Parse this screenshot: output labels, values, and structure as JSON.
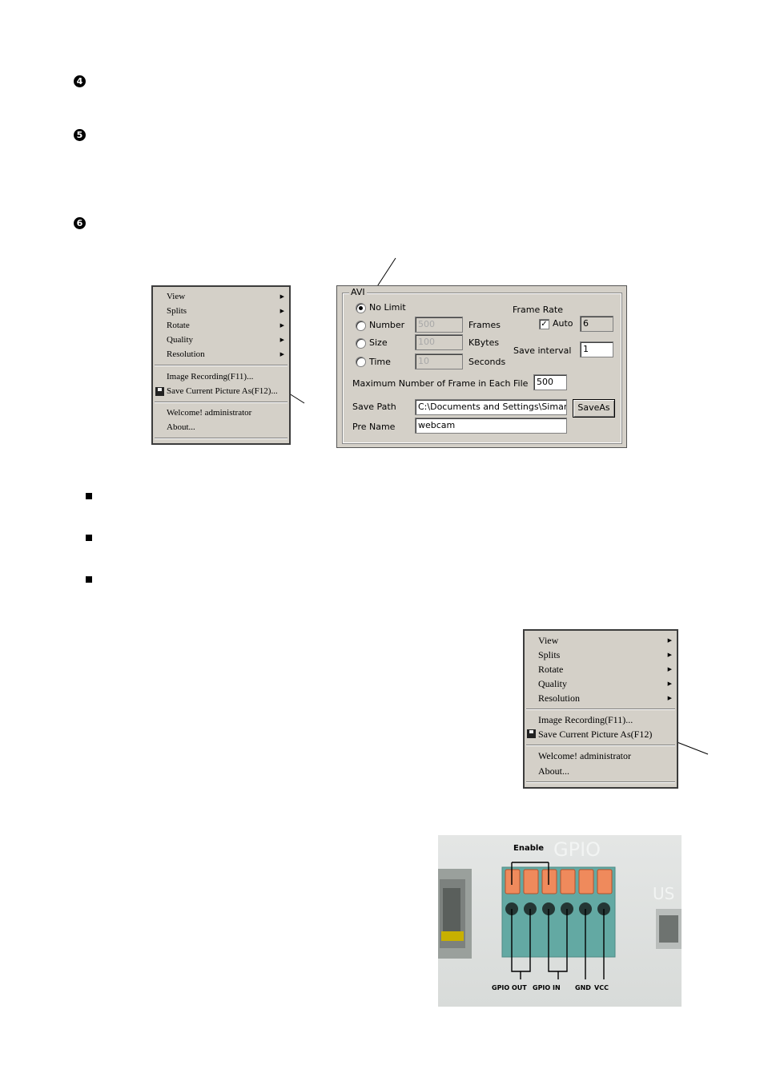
{
  "bullets": {
    "step4": "4",
    "step5": "5",
    "step6": "6"
  },
  "context_menu": {
    "items": [
      {
        "label": "View",
        "submenu": true
      },
      {
        "label": "Splits",
        "submenu": true
      },
      {
        "label": "Rotate",
        "submenu": true
      },
      {
        "label": "Quality",
        "submenu": true
      },
      {
        "label": "Resolution",
        "submenu": true
      },
      {
        "label": "Image Recording(F11)...",
        "submenu": false
      },
      {
        "label": "Save Current Picture As(F12)...",
        "submenu": false,
        "icon": "floppy-disk-icon"
      },
      {
        "label": "Welcome! administrator",
        "submenu": false
      },
      {
        "label": "About...",
        "submenu": false
      }
    ]
  },
  "context_menu_2": {
    "items": [
      {
        "label": "View",
        "submenu": true
      },
      {
        "label": "Splits",
        "submenu": true
      },
      {
        "label": "Rotate",
        "submenu": true
      },
      {
        "label": "Quality",
        "submenu": true
      },
      {
        "label": "Resolution",
        "submenu": true
      },
      {
        "label": "Image Recording(F11)...",
        "submenu": false
      },
      {
        "label": "Save Current Picture As(F12)",
        "submenu": false,
        "icon": "floppy-disk-icon"
      },
      {
        "label": "Welcome! administrator",
        "submenu": false
      },
      {
        "label": "About...",
        "submenu": false
      }
    ]
  },
  "avi_panel": {
    "group_title": "AVI",
    "radios": [
      {
        "label": "No Limit",
        "selected": true
      },
      {
        "label": "Number",
        "selected": false,
        "value": "500",
        "unit": "Frames"
      },
      {
        "label": "Size",
        "selected": false,
        "value": "100",
        "unit": "KBytes"
      },
      {
        "label": "Time",
        "selected": false,
        "value": "10",
        "unit": "Seconds"
      }
    ],
    "frame_rate": {
      "label": "Frame Rate",
      "auto_label": "Auto",
      "auto_checked": true,
      "value": "6"
    },
    "save_interval": {
      "label": "Save interval",
      "value": "1"
    },
    "max_frames": {
      "label": "Maximum Number of Frame in Each File",
      "value": "500"
    },
    "save_path": {
      "label": "Save Path",
      "value": "C:\\Documents and Settings\\Siman\\桌"
    },
    "save_as_button": "SaveAs",
    "pre_name": {
      "label": "Pre Name",
      "value": "webcam"
    }
  },
  "gpio_photo": {
    "header_label": "Enable",
    "panel_print": "GPIO",
    "usb_print": "US",
    "pin_labels": [
      "GPIO OUT",
      "GPIO IN",
      "GND",
      "VCC"
    ],
    "colors": {
      "terminal": "#ef8a5c",
      "block": "#63a9a3"
    }
  }
}
